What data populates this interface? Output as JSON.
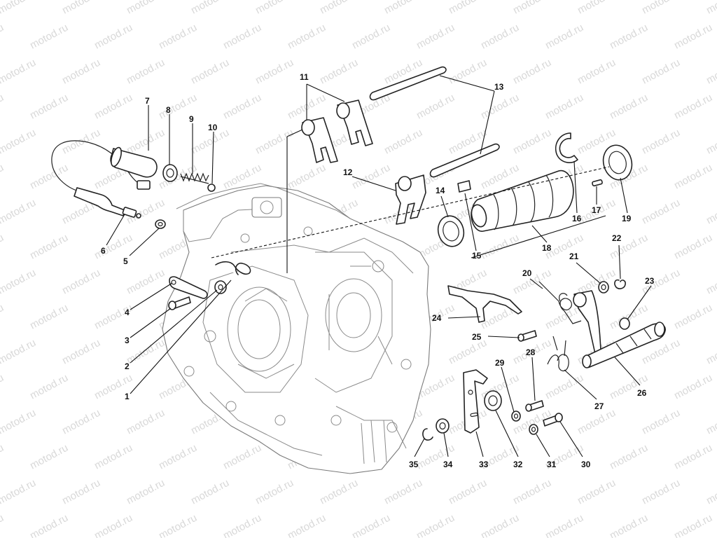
{
  "watermark": {
    "text": "motod.ru"
  },
  "callouts": [
    {
      "id": "1",
      "part": "gasket"
    },
    {
      "id": "2",
      "part": "washer"
    },
    {
      "id": "3",
      "part": "screw"
    },
    {
      "id": "4",
      "part": "retaining-plate"
    },
    {
      "id": "5",
      "part": "sealing-washer"
    },
    {
      "id": "6",
      "part": "neutral-sensor"
    },
    {
      "id": "7",
      "part": "plug"
    },
    {
      "id": "8",
      "part": "seal-ring"
    },
    {
      "id": "9",
      "part": "spring"
    },
    {
      "id": "10",
      "part": "ball"
    },
    {
      "id": "11",
      "part": "shift-fork"
    },
    {
      "id": "12",
      "part": "shift-fork"
    },
    {
      "id": "13",
      "part": "fork-rod"
    },
    {
      "id": "14",
      "part": "shim"
    },
    {
      "id": "15",
      "part": "pin"
    },
    {
      "id": "16",
      "part": "circlip"
    },
    {
      "id": "17",
      "part": "dowel"
    },
    {
      "id": "18",
      "part": "selector-drum"
    },
    {
      "id": "19",
      "part": "shim"
    },
    {
      "id": "20",
      "part": "spring"
    },
    {
      "id": "21",
      "part": "washer"
    },
    {
      "id": "22",
      "part": "circlip"
    },
    {
      "id": "23",
      "part": "bush"
    },
    {
      "id": "24",
      "part": "selector-pawl"
    },
    {
      "id": "25",
      "part": "screw"
    },
    {
      "id": "26",
      "part": "gearchange-shaft"
    },
    {
      "id": "27",
      "part": "return-spring"
    },
    {
      "id": "28",
      "part": "screw"
    },
    {
      "id": "29",
      "part": "washer"
    },
    {
      "id": "30",
      "part": "screw"
    },
    {
      "id": "31",
      "part": "washer"
    },
    {
      "id": "32",
      "part": "bush"
    },
    {
      "id": "33",
      "part": "plate"
    },
    {
      "id": "34",
      "part": "washer"
    },
    {
      "id": "35",
      "part": "circlip"
    }
  ]
}
